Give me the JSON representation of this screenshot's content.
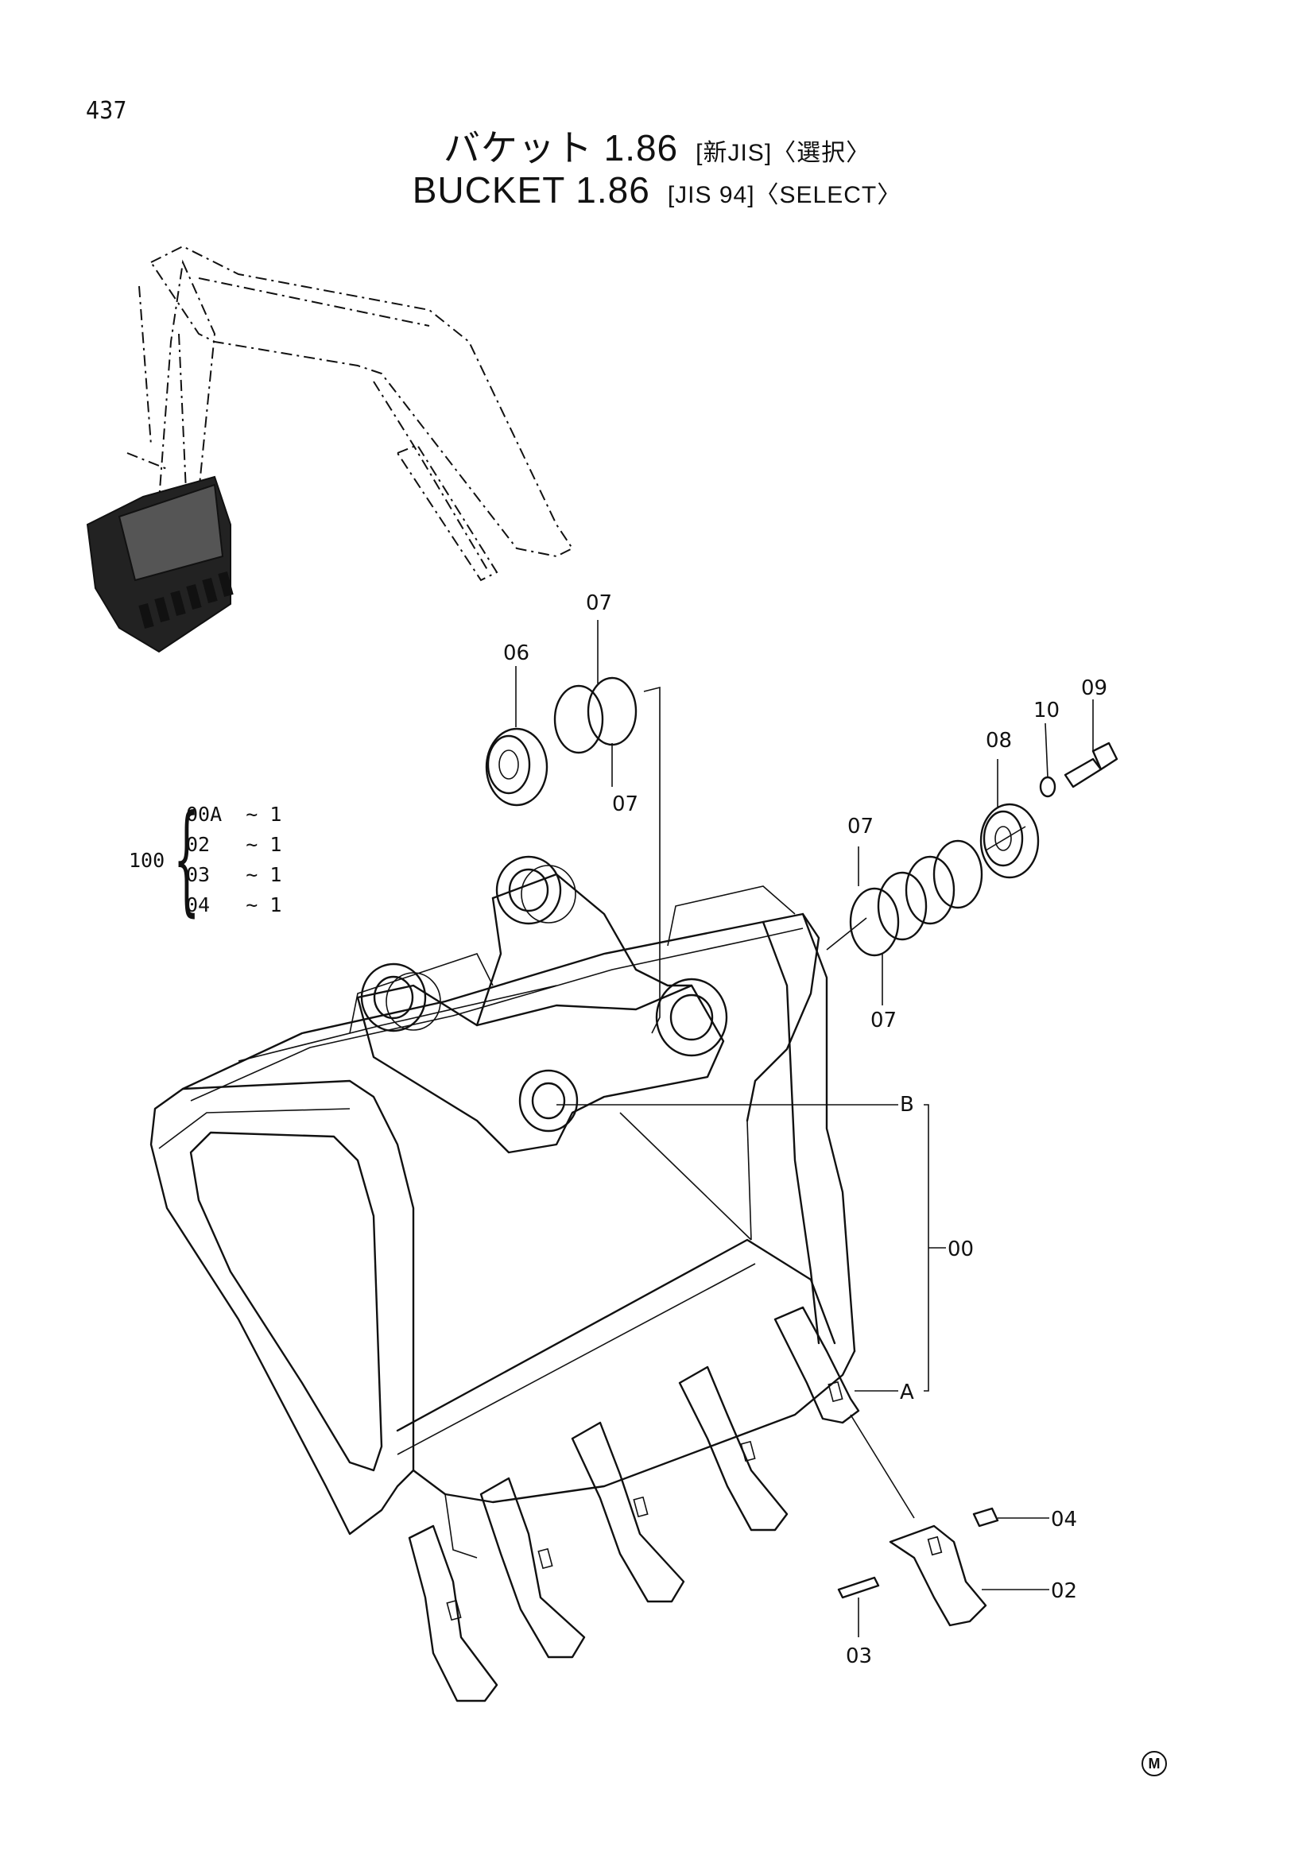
{
  "page_number": "437",
  "title_jp": {
    "main": "バケット 1.86",
    "std": "[新JIS]",
    "option": "〈選択〉"
  },
  "title_en": {
    "main": "BUCKET 1.86",
    "std": "[JIS 94]",
    "option": "〈SELECT〉"
  },
  "assembly": {
    "parent": "100",
    "components": [
      {
        "part": "00A",
        "qty": "~ 1"
      },
      {
        "part": "02",
        "qty": "~ 1"
      },
      {
        "part": "03",
        "qty": "~ 1"
      },
      {
        "part": "04",
        "qty": "~ 1"
      }
    ]
  },
  "callouts": {
    "c06": "06",
    "c07_top": "07",
    "c07_mid": "07",
    "c07_right_top": "07",
    "c07_right_bottom": "07",
    "c08": "08",
    "c09": "09",
    "c10": "10",
    "c00": "00",
    "cA": "A",
    "cB": "B",
    "c02": "02",
    "c03": "03",
    "c04": "04"
  },
  "footer_mark": "M"
}
